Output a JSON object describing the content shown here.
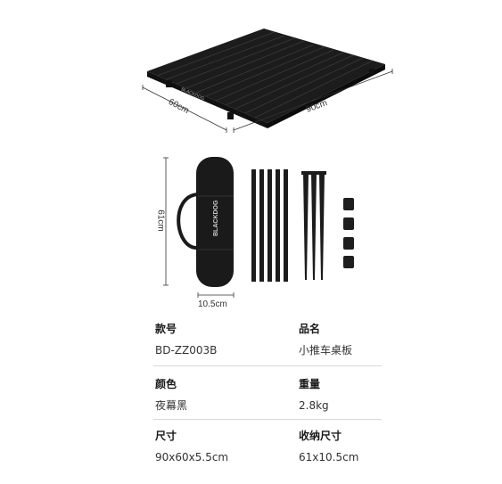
{
  "dimensions": {
    "depth": "60cm",
    "width": "90cm",
    "bag_height": "61cm",
    "bag_width": "10.5cm"
  },
  "brand": "BLACKDOG",
  "specs": [
    {
      "label": "款号",
      "value": "BD-ZZ003B"
    },
    {
      "label": "品名",
      "value": "小推车桌板"
    },
    {
      "label": "颜色",
      "value": "夜幕黑"
    },
    {
      "label": "重量",
      "value": "2.8kg"
    },
    {
      "label": "尺寸",
      "value": "90x60x5.5cm"
    },
    {
      "label": "收纳尺寸",
      "value": "61x10.5cm"
    }
  ],
  "colors": {
    "product": "#1c1c1c",
    "divider": "#d9d9d9"
  }
}
